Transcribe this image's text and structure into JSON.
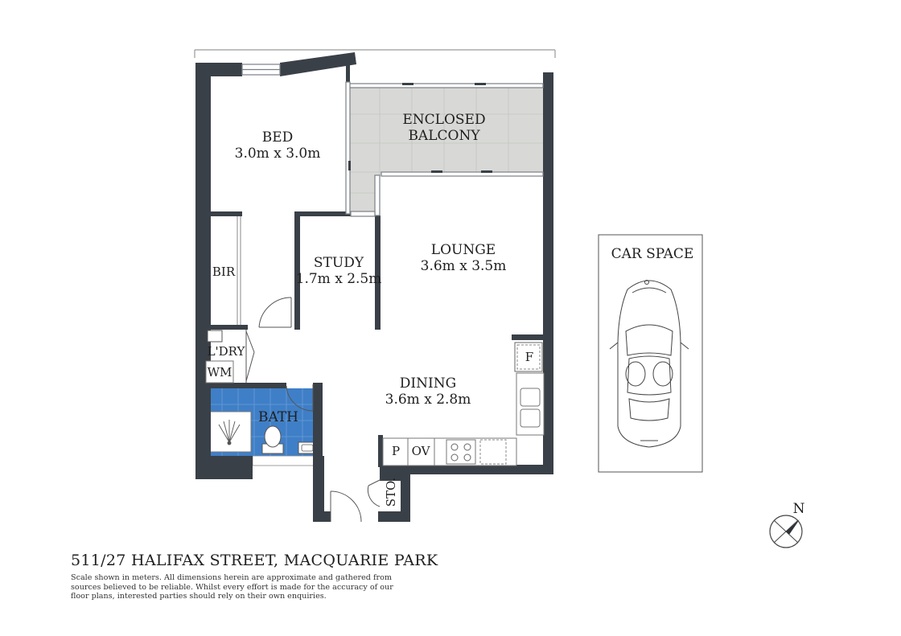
{
  "plan": {
    "address": "511/27 HALIFAX STREET, MACQUARIE PARK",
    "disclaimer": "Scale shown in meters. All dimensions herein are approximate and gathered from sources believed to be reliable. Whilst every effort is made for the accuracy of our floor plans, interested parties should rely on their own enquiries.",
    "colors": {
      "wall": "#3a4047",
      "balcony": "#d8d9d6",
      "bath": "#3f7fc7",
      "line": "#6a6f75"
    }
  },
  "rooms": {
    "balcony": {
      "line1": "ENCLOSED",
      "line2": "BALCONY"
    },
    "bed": {
      "name": "BED",
      "dims": "3.0m x 3.0m"
    },
    "study": {
      "name": "STUDY",
      "dims": "1.7m x 2.5m"
    },
    "lounge": {
      "name": "LOUNGE",
      "dims": "3.6m x 3.5m"
    },
    "dining": {
      "name": "DINING",
      "dims": "3.6m x 2.8m"
    },
    "bir": {
      "name": "BIR"
    },
    "laundry": {
      "name": "L'DRY"
    },
    "wm": {
      "name": "WM"
    },
    "bath": {
      "name": "BATH"
    },
    "fridge": {
      "name": "F"
    },
    "pantry": {
      "name": "P"
    },
    "oven": {
      "name": "OV"
    },
    "storage": {
      "name": "STO."
    }
  },
  "car_space": {
    "label": "CAR SPACE"
  },
  "compass": {
    "label": "N"
  }
}
